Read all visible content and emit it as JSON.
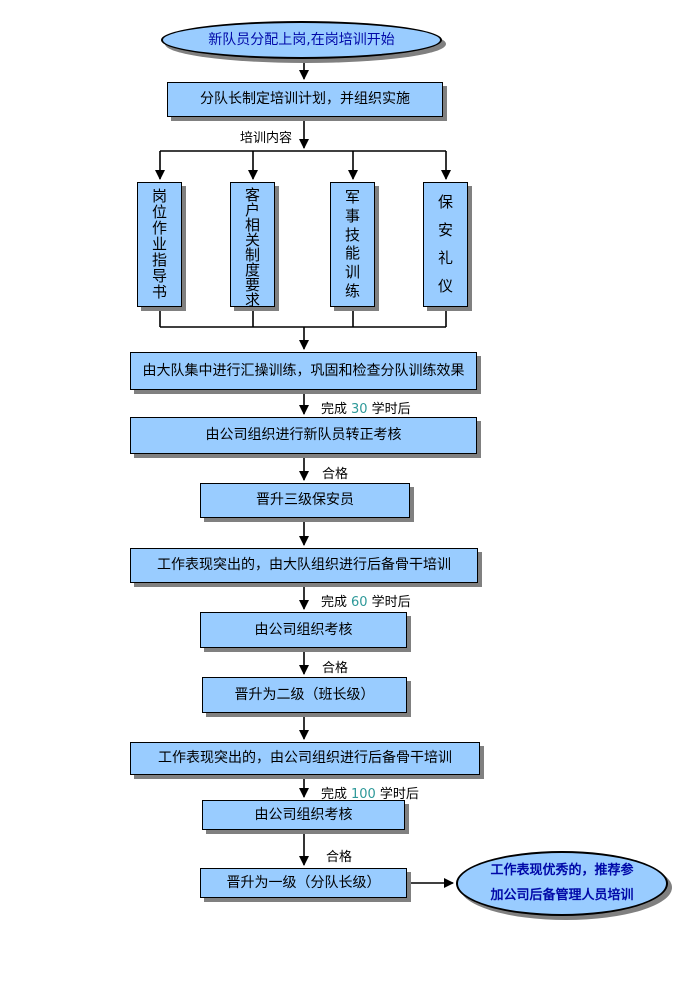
{
  "flow": {
    "start": "新队员分配上岗,在岗培训开始",
    "plan": "分队长制定培训计划，并组织实施",
    "content_label": "培训内容",
    "items": [
      "岗位作业指导书",
      "客户相关制度要求",
      "军事技能训练",
      "保安礼仪"
    ],
    "drill": "由大队集中进行汇操训练，巩固和检查分队训练效果",
    "hours30": {
      "prefix": "完成",
      "num": "30",
      "suffix": "学时后"
    },
    "exam_new": "由公司组织进行新队员转正考核",
    "pass1": "合格",
    "level3": "晋升三级保安员",
    "backbone_brigade": "工作表现突出的，由大队组织进行后备骨干培训",
    "hours60": {
      "prefix": "完成",
      "num": "60",
      "suffix": "学时后"
    },
    "exam2": "由公司组织考核",
    "pass2": "合格",
    "level2": "晋升为二级（班长级）",
    "backbone_company": "工作表现突出的，由公司组织进行后备骨干培训",
    "hours100": {
      "prefix": "完成",
      "num": "100",
      "suffix": "学时后"
    },
    "exam3": "由公司组织考核",
    "pass3": "合格",
    "level1": "晋升为一级（分队长级）",
    "end_line1": "工作表现优秀的，推荐参",
    "end_line2": "加公司后备管理人员培训"
  },
  "colors": {
    "node_fill": "#99CCFF",
    "node_border": "#000000",
    "shadow": "#808080",
    "ellipse_text": "#0008A8",
    "hours_number": "#2E9999",
    "body_text": "#000000"
  }
}
